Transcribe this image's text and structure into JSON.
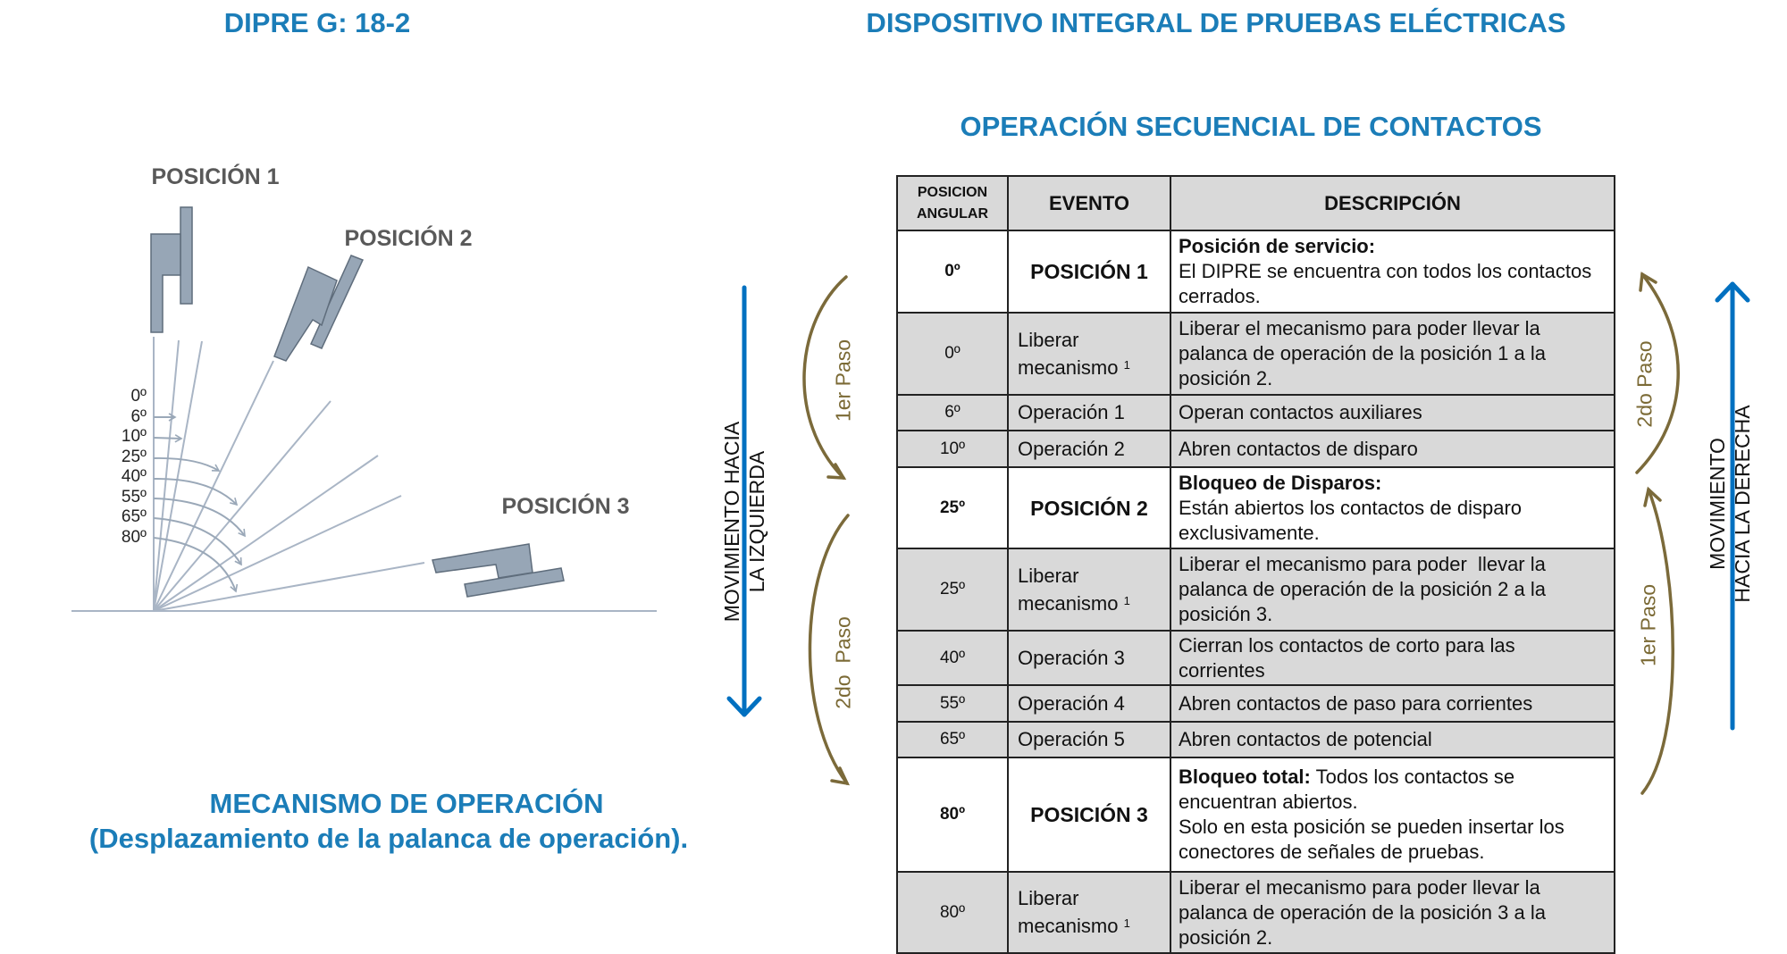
{
  "header": {
    "code_title": "DIPRE G: 18-2",
    "main_title": "DISPOSITIVO INTEGRAL DE PRUEBAS ELÉCTRICAS",
    "subtitle": "OPERACIÓN SECUENCIAL DE CONTACTOS"
  },
  "diagram": {
    "position_labels": [
      "POSICIÓN 1",
      "POSICIÓN 2",
      "POSICIÓN 3"
    ],
    "angle_labels": [
      "0º",
      "6º",
      "10º",
      "25º",
      "40º",
      "55º",
      "65º",
      "80º"
    ],
    "caption_line1": "MECANISMO DE OPERACIÓN",
    "caption_line2": "(Desplazamiento de la palanca de operación).",
    "lever_color": "#97a6b6",
    "line_color": "#a9b5c5"
  },
  "arrows": {
    "left_movement": [
      "MOVIMIENTO HACIA",
      "LA IZQUIERDA"
    ],
    "right_movement": [
      "MOVIMIENTO",
      "HACIA LA DERECHA"
    ],
    "left_steps": [
      "1er Paso",
      "2do  Paso"
    ],
    "right_steps": [
      "2do Paso",
      "1er Paso"
    ],
    "movement_color": "#0070c0",
    "step_color": "#7b6a35"
  },
  "table": {
    "headers": [
      "POSICION ANGULAR",
      "EVENTO",
      "DESCRIPCIÓN"
    ],
    "rows": [
      {
        "angle": "0º",
        "event": "POSICIÓN 1",
        "note": "",
        "style": "white",
        "bold": "Posición de servicio:",
        "bold_block": true,
        "text": "El DIPRE se encuentra con todos los contactos cerrados.",
        "extra": ""
      },
      {
        "angle": "0º",
        "event": "Liberar mecanismo",
        "note": "1",
        "style": "gray",
        "bold": "",
        "bold_block": false,
        "text": "Liberar el mecanismo para poder llevar la palanca de operación de la posición 1 a la posición 2.",
        "extra": ""
      },
      {
        "angle": "6º",
        "event": "Operación 1",
        "note": "",
        "style": "gray",
        "bold": "",
        "bold_block": false,
        "text": "Operan contactos auxiliares",
        "extra": ""
      },
      {
        "angle": "10º",
        "event": "Operación 2",
        "note": "",
        "style": "gray",
        "bold": "",
        "bold_block": false,
        "text": "Abren contactos de disparo",
        "extra": ""
      },
      {
        "angle": "25º",
        "event": "POSICIÓN 2",
        "note": "",
        "style": "white",
        "bold": "Bloqueo de Disparos:",
        "bold_block": true,
        "text": "Están abiertos los contactos de disparo exclusivamente.",
        "extra": ""
      },
      {
        "angle": "25º",
        "event": "Liberar mecanismo",
        "note": "1",
        "style": "gray",
        "bold": "",
        "bold_block": false,
        "text": "Liberar el mecanismo para poder  llevar la palanca de operación de la posición 2 a la posición 3.",
        "extra": ""
      },
      {
        "angle": "40º",
        "event": "Operación 3",
        "note": "",
        "style": "gray",
        "bold": "",
        "bold_block": false,
        "text": "Cierran los contactos de corto para las corrientes",
        "extra": ""
      },
      {
        "angle": "55º",
        "event": "Operación 4",
        "note": "",
        "style": "gray",
        "bold": "",
        "bold_block": false,
        "text": "Abren contactos de paso para corrientes",
        "extra": ""
      },
      {
        "angle": "65º",
        "event": "Operación 5",
        "note": "",
        "style": "gray",
        "bold": "",
        "bold_block": false,
        "text": "Abren contactos de potencial",
        "extra": ""
      },
      {
        "angle": "80º",
        "event": "POSICIÓN 3",
        "note": "",
        "style": "white",
        "bold": "Bloqueo total:",
        "bold_block": false,
        "text": " Todos los contactos se encuentran abiertos.",
        "extra": "Solo en esta posición se pueden insertar los conectores de señales de pruebas."
      },
      {
        "angle": "80º",
        "event": "Liberar mecanismo",
        "note": "1",
        "style": "gray",
        "bold": "",
        "bold_block": false,
        "text": "Liberar el mecanismo para poder llevar la palanca de operación de la posición 3 a la posición 2.",
        "extra": ""
      }
    ]
  }
}
